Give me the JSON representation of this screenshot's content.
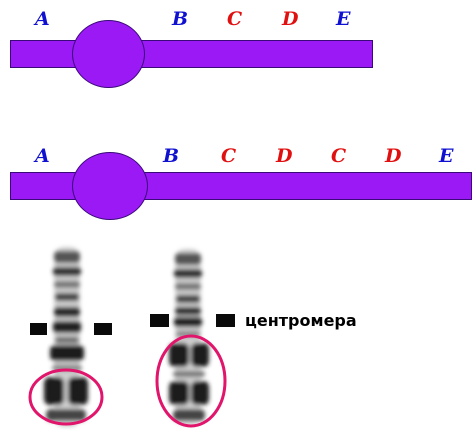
{
  "row1": {
    "labels": [
      {
        "text": "A",
        "color": "#1010d0"
      },
      {
        "text": "B",
        "color": "#1010d0"
      },
      {
        "text": "C",
        "color": "#e01010"
      },
      {
        "text": "D",
        "color": "#e01010"
      },
      {
        "text": "E",
        "color": "#1010d0"
      }
    ]
  },
  "row2": {
    "labels": [
      {
        "text": "A",
        "color": "#1010d0"
      },
      {
        "text": "B",
        "color": "#1010d0"
      },
      {
        "text": "C",
        "color": "#e01010"
      },
      {
        "text": "D",
        "color": "#e01010"
      },
      {
        "text": "C",
        "color": "#e01010"
      },
      {
        "text": "D",
        "color": "#e01010"
      },
      {
        "text": "E",
        "color": "#1010d0"
      }
    ]
  },
  "centromere_label": "центромера",
  "colors": {
    "chromosome": "#9b19f5",
    "outline": "#3a0a7a",
    "highlight": "#e0156b",
    "marker": "#0a0a0a"
  }
}
